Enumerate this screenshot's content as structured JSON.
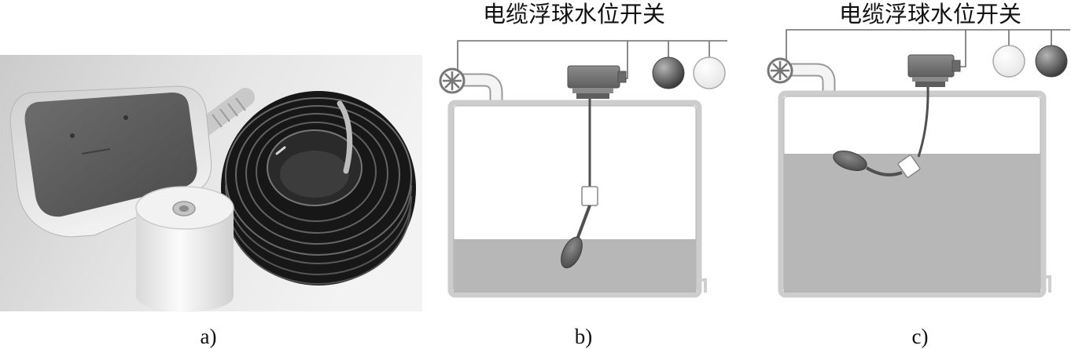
{
  "figure": {
    "panel_a": {
      "caption": "a)"
    },
    "panel_b": {
      "title": "电缆浮球水位开关",
      "caption": "b)"
    },
    "panel_c": {
      "title": "电缆浮球水位开关",
      "caption": "c)"
    }
  },
  "colors": {
    "lamp_on": "#3a3a3a",
    "lamp_off": "#e6e6e6",
    "water": "#b7b7b7",
    "wire": "#6e6e6e",
    "float": "#4a4a4a"
  }
}
